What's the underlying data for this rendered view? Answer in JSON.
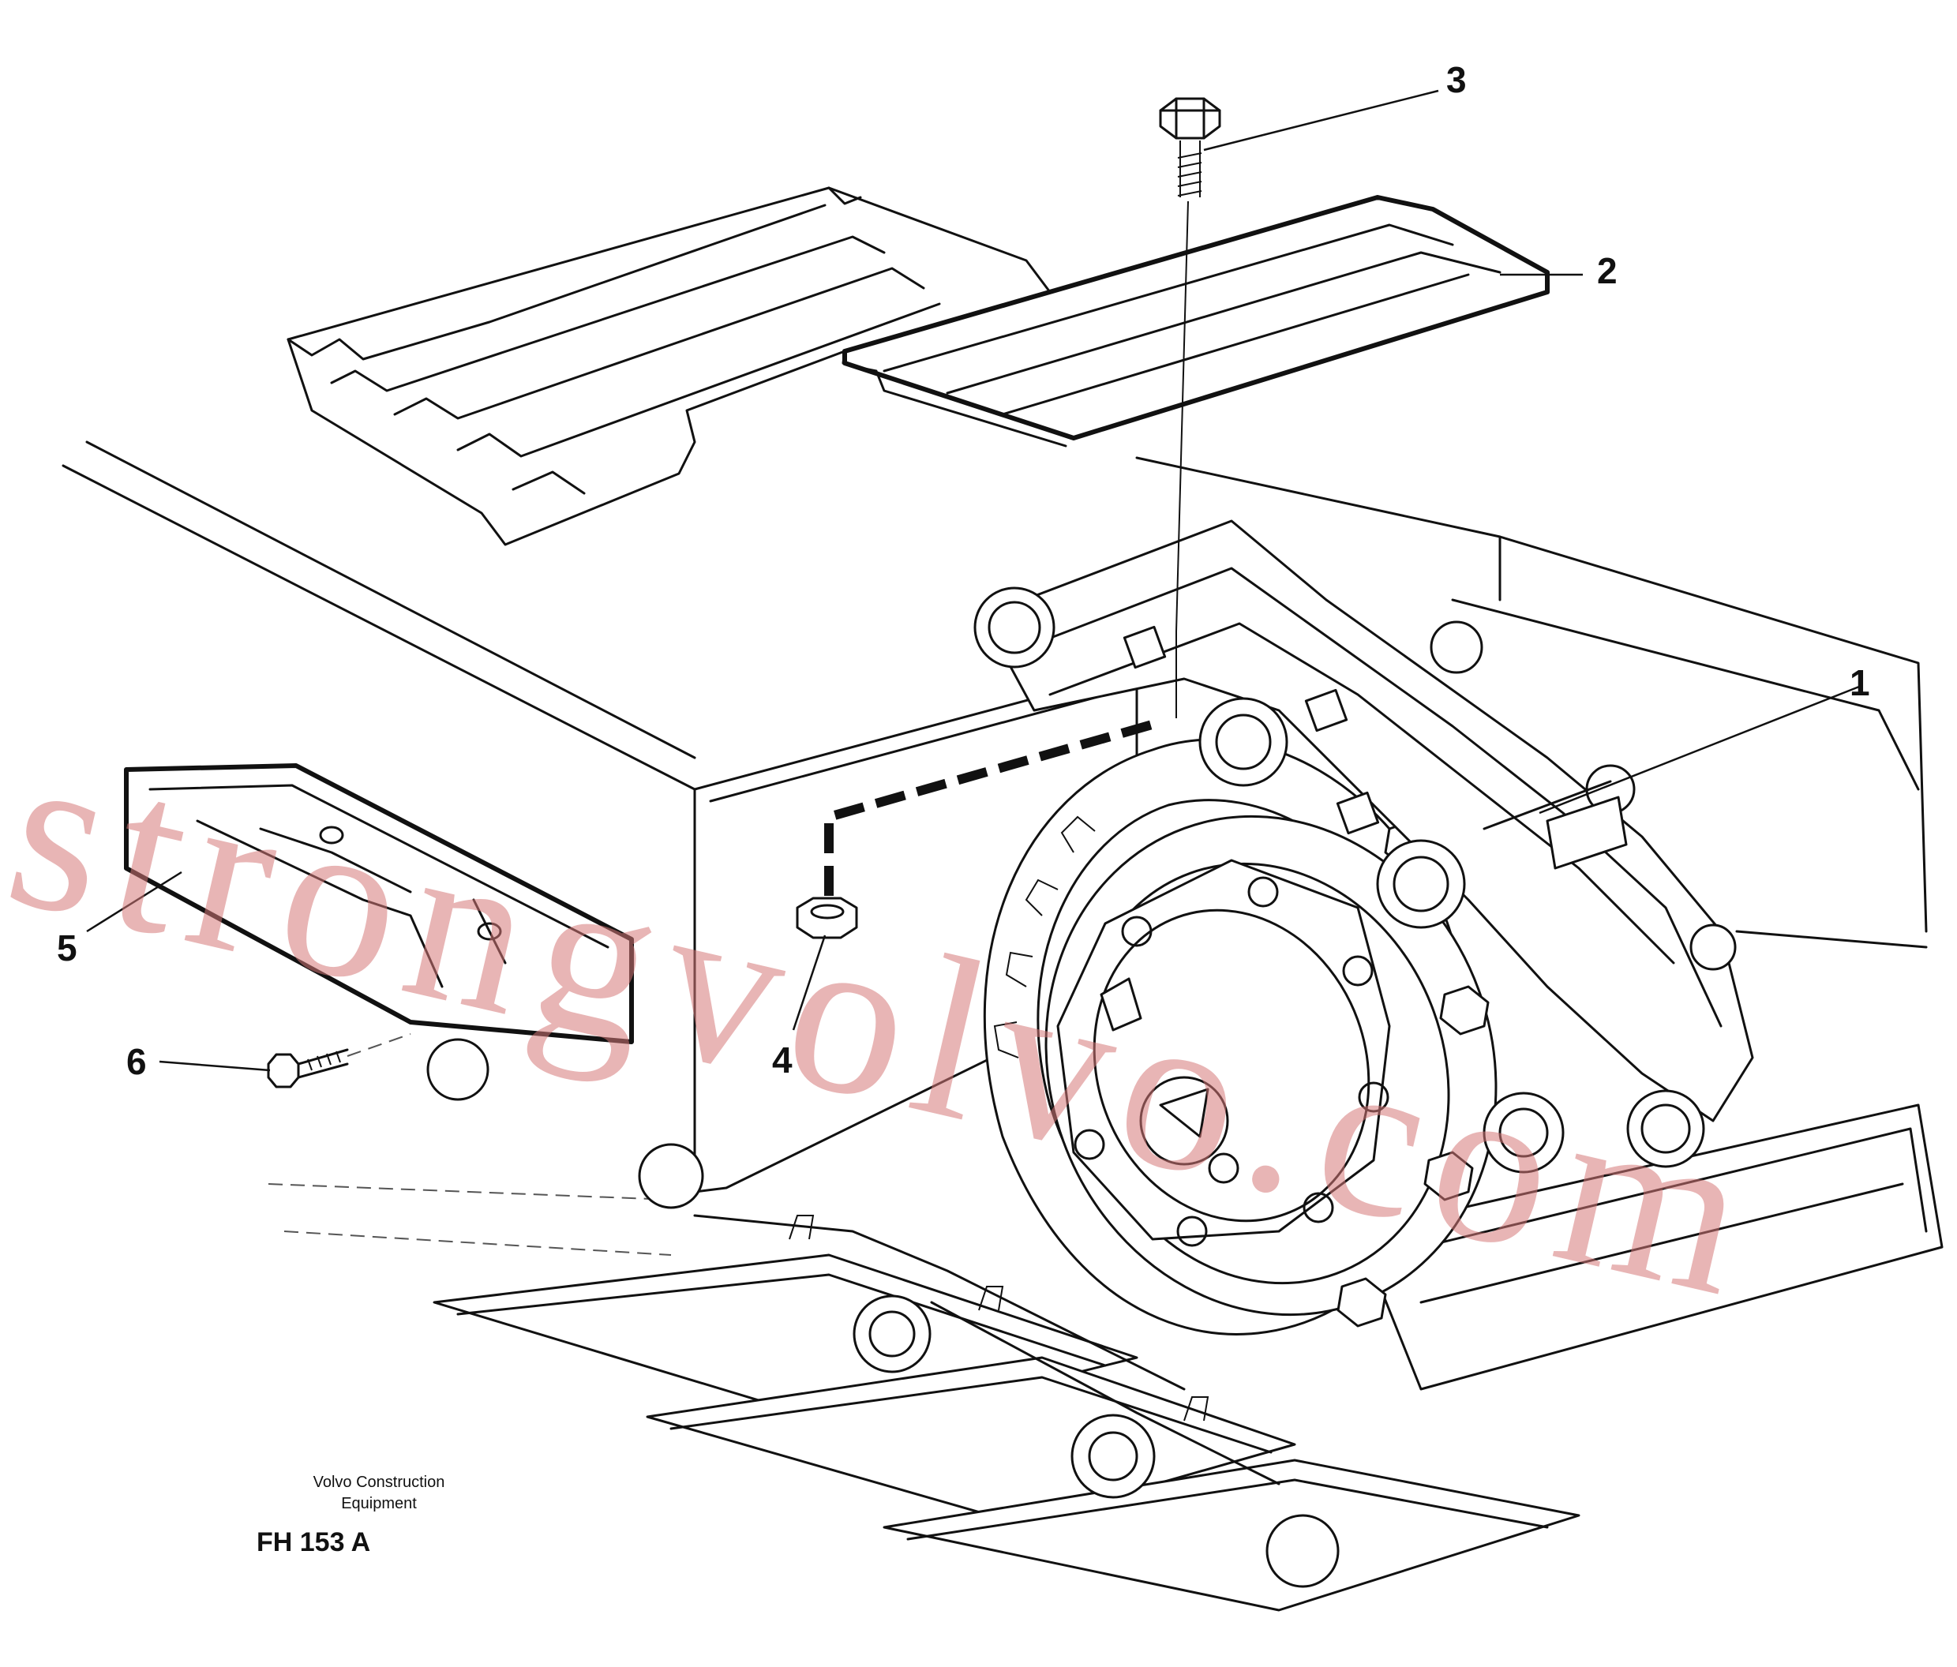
{
  "callouts": [
    {
      "id": "1",
      "label": "1"
    },
    {
      "id": "2",
      "label": "2"
    },
    {
      "id": "3",
      "label": "3"
    },
    {
      "id": "4",
      "label": "4"
    },
    {
      "id": "5",
      "label": "5"
    },
    {
      "id": "6",
      "label": "6"
    }
  ],
  "watermark": {
    "text": "strongvolvo.com"
  },
  "title_block": {
    "brand_line1": "Volvo Construction",
    "brand_line2": "Equipment",
    "figure_code": "FH 153 A"
  }
}
